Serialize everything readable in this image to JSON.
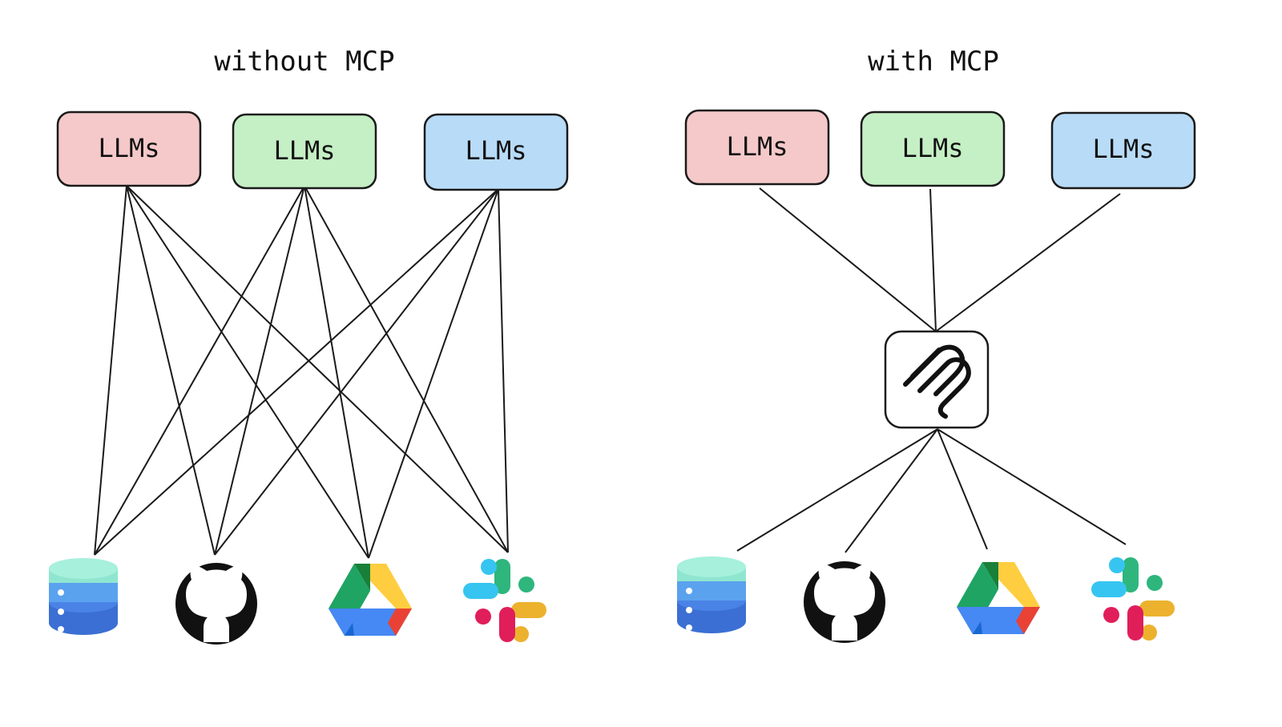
{
  "panels": [
    {
      "title": "without MCP",
      "llms": [
        {
          "label": "LLMs",
          "color": "#f5c9c9"
        },
        {
          "label": "LLMs",
          "color": "#c5efc5"
        },
        {
          "label": "LLMs",
          "color": "#b8dbf7"
        }
      ],
      "tools": [
        "database-icon",
        "github-icon",
        "google-drive-icon",
        "slack-icon"
      ],
      "hub": null
    },
    {
      "title": "with MCP",
      "llms": [
        {
          "label": "LLMs",
          "color": "#f5c9c9"
        },
        {
          "label": "LLMs",
          "color": "#c5efc5"
        },
        {
          "label": "LLMs",
          "color": "#b8dbf7"
        }
      ],
      "tools": [
        "database-icon",
        "github-icon",
        "google-drive-icon",
        "slack-icon"
      ],
      "hub": "mcp-logo-icon"
    }
  ],
  "colors": {
    "line": "#1a1a1a",
    "box_stroke": "#1a1a1a",
    "db_top": "#8fe6d0",
    "db_mid": "#5aa2ee",
    "db_bottom": "#3b6fd4",
    "github": "#111111",
    "drive_green": "#1fa463",
    "drive_yellow": "#ffcd40",
    "drive_blue": "#4688f4",
    "drive_red": "#e94235",
    "slack_blue": "#36c5f0",
    "slack_green": "#2eb67d",
    "slack_yellow": "#ecb22e",
    "slack_red": "#e01e5a"
  }
}
